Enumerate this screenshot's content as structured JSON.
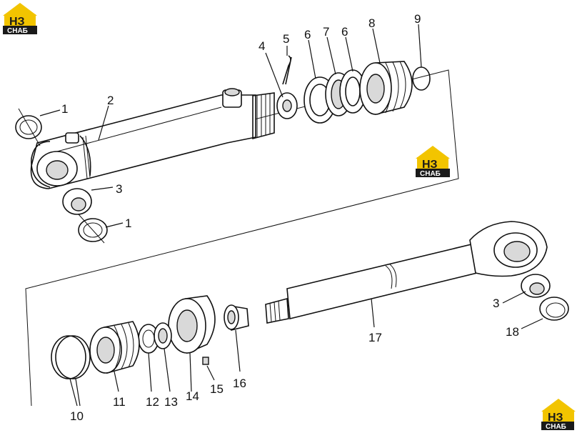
{
  "logo": {
    "letters": "НЗ",
    "subtitle": "СНАБ"
  },
  "callouts": [
    {
      "id": "c1a",
      "text": "1"
    },
    {
      "id": "c1b",
      "text": "1"
    },
    {
      "id": "c2",
      "text": "2"
    },
    {
      "id": "c3a",
      "text": "3"
    },
    {
      "id": "c3b",
      "text": "3"
    },
    {
      "id": "c4",
      "text": "4"
    },
    {
      "id": "c5",
      "text": "5"
    },
    {
      "id": "c6a",
      "text": "6"
    },
    {
      "id": "c7",
      "text": "7"
    },
    {
      "id": "c6b",
      "text": "6"
    },
    {
      "id": "c8",
      "text": "8"
    },
    {
      "id": "c9",
      "text": "9"
    },
    {
      "id": "c10",
      "text": "10"
    },
    {
      "id": "c11",
      "text": "11"
    },
    {
      "id": "c12",
      "text": "12"
    },
    {
      "id": "c13",
      "text": "13"
    },
    {
      "id": "c14",
      "text": "14"
    },
    {
      "id": "c15",
      "text": "15"
    },
    {
      "id": "c16",
      "text": "16"
    },
    {
      "id": "c17",
      "text": "17"
    },
    {
      "id": "c18",
      "text": "18"
    }
  ]
}
